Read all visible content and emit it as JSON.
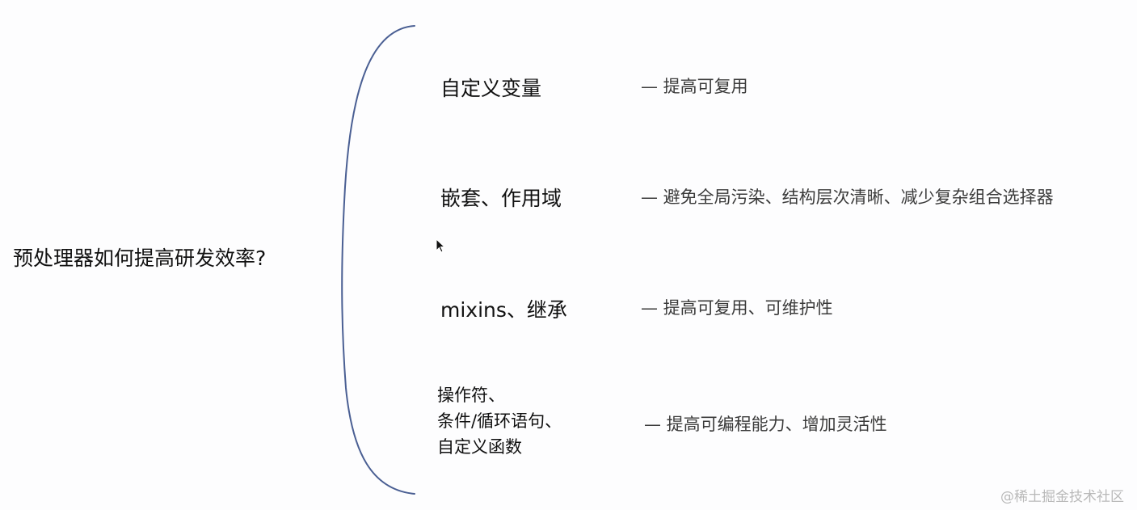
{
  "root": {
    "label": "预处理器如何提高研发效率?"
  },
  "bracket": {
    "color": "#4a5f93",
    "shape": "left-curly-brace"
  },
  "branches": [
    {
      "topic": "自定义变量",
      "description": "— 提高可复用"
    },
    {
      "topic": "嵌套、作用域",
      "description": "— 避免全局污染、结构层次清晰、减少复杂组合选择器"
    },
    {
      "topic": "mixins、继承",
      "description": "— 提高可复用、可维护性"
    },
    {
      "topic": "操作符、\n条件/循环语句、\n自定义函数",
      "description": "— 提高可编程能力、增加灵活性"
    }
  ],
  "cursor": {
    "icon": "mouse-pointer-icon"
  },
  "watermark": {
    "text": "@稀土掘金技术社区"
  }
}
